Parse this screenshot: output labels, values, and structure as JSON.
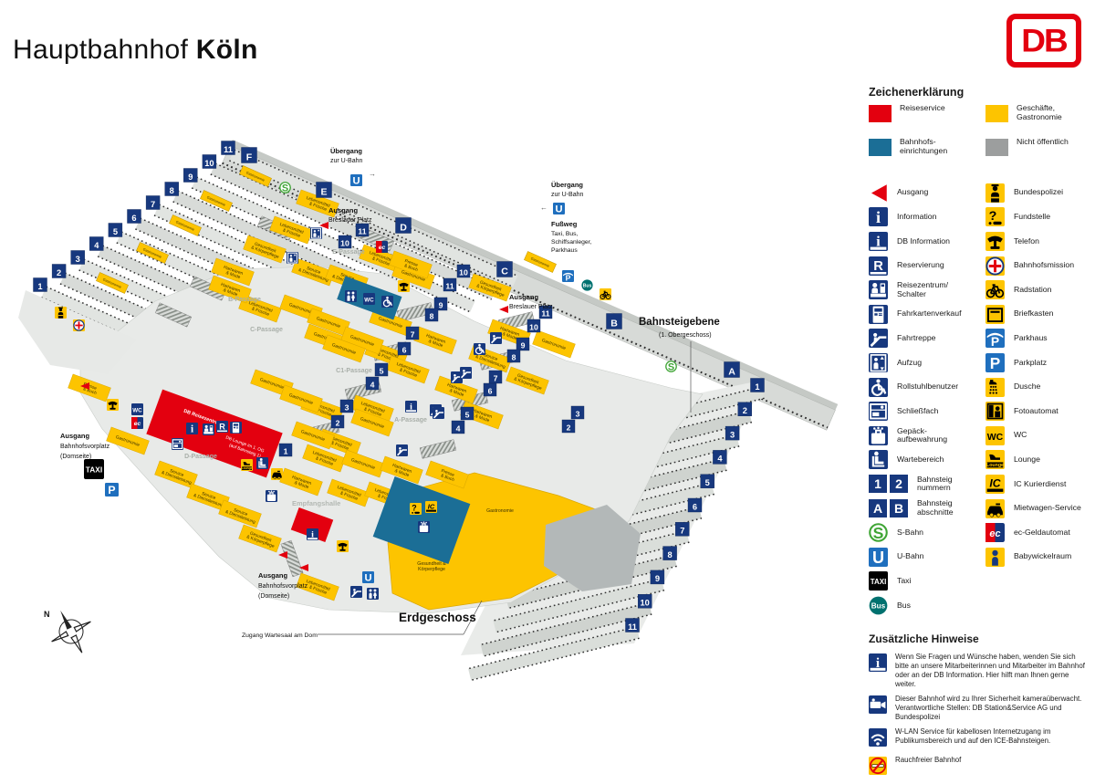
{
  "header": {
    "title_light": "Hauptbahnhof",
    "title_bold": "Köln",
    "logo_text": "DB"
  },
  "colors": {
    "db_red": "#e3000f",
    "navy": "#17387e",
    "yellow": "#fdc400",
    "teal": "#1b6e96",
    "gray_area": "#9c9e9e",
    "sign_blue": "#1f6fbe",
    "sbahn_green": "#3fa535",
    "bus_teal": "#00716f"
  },
  "legend": {
    "title": "Zeichenerklärung",
    "areas": [
      {
        "icon": "area-red",
        "label": "Reiseservice"
      },
      {
        "icon": "area-teal",
        "label": "Bahnhofs-\neinrichtungen"
      },
      {
        "icon": "area-yellow",
        "label": "Geschäfte,\nGastronomie"
      },
      {
        "icon": "area-gray",
        "label": "Nicht öffentlich"
      }
    ],
    "left": [
      {
        "icon": "ausgang",
        "label": "Ausgang"
      },
      {
        "icon": "info",
        "label": "Information"
      },
      {
        "icon": "dbinfo",
        "label": "DB Information"
      },
      {
        "icon": "resv",
        "label": "Reservierung"
      },
      {
        "icon": "desk",
        "label": "Reisezentrum/\nSchalter"
      },
      {
        "icon": "ticket",
        "label": "Fahrkartenverkauf"
      },
      {
        "icon": "esc",
        "label": "Fahrtreppe"
      },
      {
        "icon": "elev",
        "label": "Aufzug"
      },
      {
        "icon": "wheel",
        "label": "Rollstuhlbenutzer"
      },
      {
        "icon": "locker",
        "label": "Schließfach"
      },
      {
        "icon": "case",
        "label": "Gepäck-\naufbewahrung"
      },
      {
        "icon": "seat",
        "label": "Wartebereich"
      },
      {
        "icon": "nums",
        "label": "Bahnsteig\nnummern"
      },
      {
        "icon": "letters",
        "label": "Bahnsteig\nabschnitte"
      },
      {
        "icon": "sbahn",
        "label": "S-Bahn"
      },
      {
        "icon": "ubahn",
        "label": "U-Bahn"
      },
      {
        "icon": "taxi",
        "label": "Taxi"
      },
      {
        "icon": "bus",
        "label": "Bus"
      }
    ],
    "right": [
      {
        "icon": "police",
        "label": "Bundespolizei"
      },
      {
        "icon": "quest",
        "label": "Fundstelle"
      },
      {
        "icon": "phone",
        "label": "Telefon"
      },
      {
        "icon": "mission",
        "label": "Bahnhofsmission"
      },
      {
        "icon": "bike",
        "label": "Radstation"
      },
      {
        "icon": "mailbox",
        "label": "Briefkasten"
      },
      {
        "icon": "parkhaus",
        "label": "Parkhaus"
      },
      {
        "icon": "parkplatz",
        "label": "Parkplatz"
      },
      {
        "icon": "shower",
        "label": "Dusche"
      },
      {
        "icon": "photo",
        "label": "Fotoautomat"
      },
      {
        "icon": "wc",
        "label": "WC"
      },
      {
        "icon": "lounge",
        "label": "Lounge"
      },
      {
        "icon": "ic",
        "label": "IC Kurierdienst"
      },
      {
        "icon": "car",
        "label": "Mietwagen-Service"
      },
      {
        "icon": "ecg",
        "label": "ec-Geldautomat"
      },
      {
        "icon": "baby",
        "label": "Babywickelraum"
      }
    ],
    "notes_title": "Zusätzliche Hinweise",
    "notes": [
      {
        "icon": "dbinfo",
        "text": "Wenn Sie Fragen und Wünsche haben, wenden Sie sich bitte an unsere Mitarbeiterinnen und Mitarbeiter im Bahnhof oder an der DB Information. Hier hilft man Ihnen gerne weiter."
      },
      {
        "icon": "camera",
        "text": "Dieser Bahnhof wird zu Ihrer Sicherheit kameraüberwacht. Verantwortliche Stellen: DB Station&Service AG und Bundespolizei"
      },
      {
        "icon": "wifi",
        "text": "W-LAN Service für kabellosen Internetzugang im Publikumsbereich und auf den ICE-Bahnsteigen."
      },
      {
        "icon": "nosmoke",
        "text": "Rauchfreier Bahnhof"
      }
    ]
  },
  "map": {
    "categories": {
      "gastronomie": "Gastronomie",
      "lebensmittel": "Lebensmittel & Frische",
      "hartwaren": "Hartwaren & Mode",
      "service": "Service & Dienstleistung",
      "gesundheit": "Gesundheit & Körperpflege",
      "presse": "Presse & Buch"
    },
    "red_labels": {
      "reisezentrum": "DB Reisezentrum",
      "lounge1": "DB Lounge im 1. OG",
      "lounge2": "(auf Bahnsteig 1)"
    },
    "annotations": {
      "uebergang": "Übergang",
      "zur_ubahn": "zur U-Bahn",
      "fussweg": "Fußweg",
      "fussweg_detail": [
        "Taxi, Bus,",
        "Schiffsanleger,",
        "Parkhaus"
      ],
      "ausgang": "Ausgang",
      "breslauer": "Breslauer Platz",
      "bahnhofsvorplatz": "Bahnhofsvorplatz",
      "domseite": "(Domseite)",
      "bahnsteigebene": "Bahnsteigebene",
      "obergeschoss": "(1. Obergeschoss)",
      "erdgeschoss": "Erdgeschoss",
      "empfangshalle": "Empfangshalle",
      "zugang": "Zugang Wartesaal am Dom",
      "north": "N"
    },
    "passages": {
      "a": "A-Passage",
      "b": "B-Passage",
      "c": "C-Passage",
      "c1": "C1-Passage",
      "d": "D-Passage",
      "e": "E-Passage"
    },
    "platform_numbers": [
      "1",
      "2",
      "3",
      "4",
      "5",
      "6",
      "7",
      "8",
      "9",
      "10",
      "11"
    ],
    "section_letters": [
      "A",
      "B",
      "C",
      "D",
      "E",
      "F"
    ]
  }
}
